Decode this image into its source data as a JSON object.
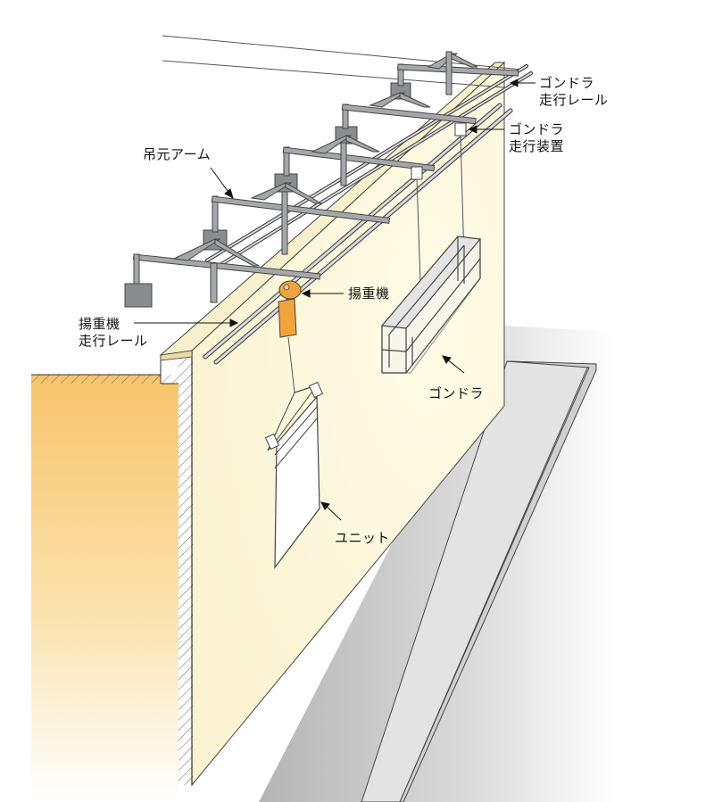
{
  "labels": {
    "gondola_rail": [
      "ゴンドラ",
      "走行レール"
    ],
    "gondola_carriage": [
      "ゴンドラ",
      "走行装置"
    ],
    "suspension_arm": "吊元アーム",
    "hoist": "揚重機",
    "hoist_rail": [
      "揚重機",
      "走行レール"
    ],
    "gondola": "ゴンドラ",
    "unit": "ユニット"
  },
  "colors": {
    "wall_face": "#fdf8dc",
    "wall_glow": "#fffbe8",
    "side_section": "#f7c46a",
    "top_slab": "#f8efcc",
    "ground_shadow": "#b8b8b8",
    "steel": "#a5a7ab",
    "steel_dark": "#6d6f73",
    "hoist_orange": "#f0a43a",
    "outline": "#333333"
  }
}
